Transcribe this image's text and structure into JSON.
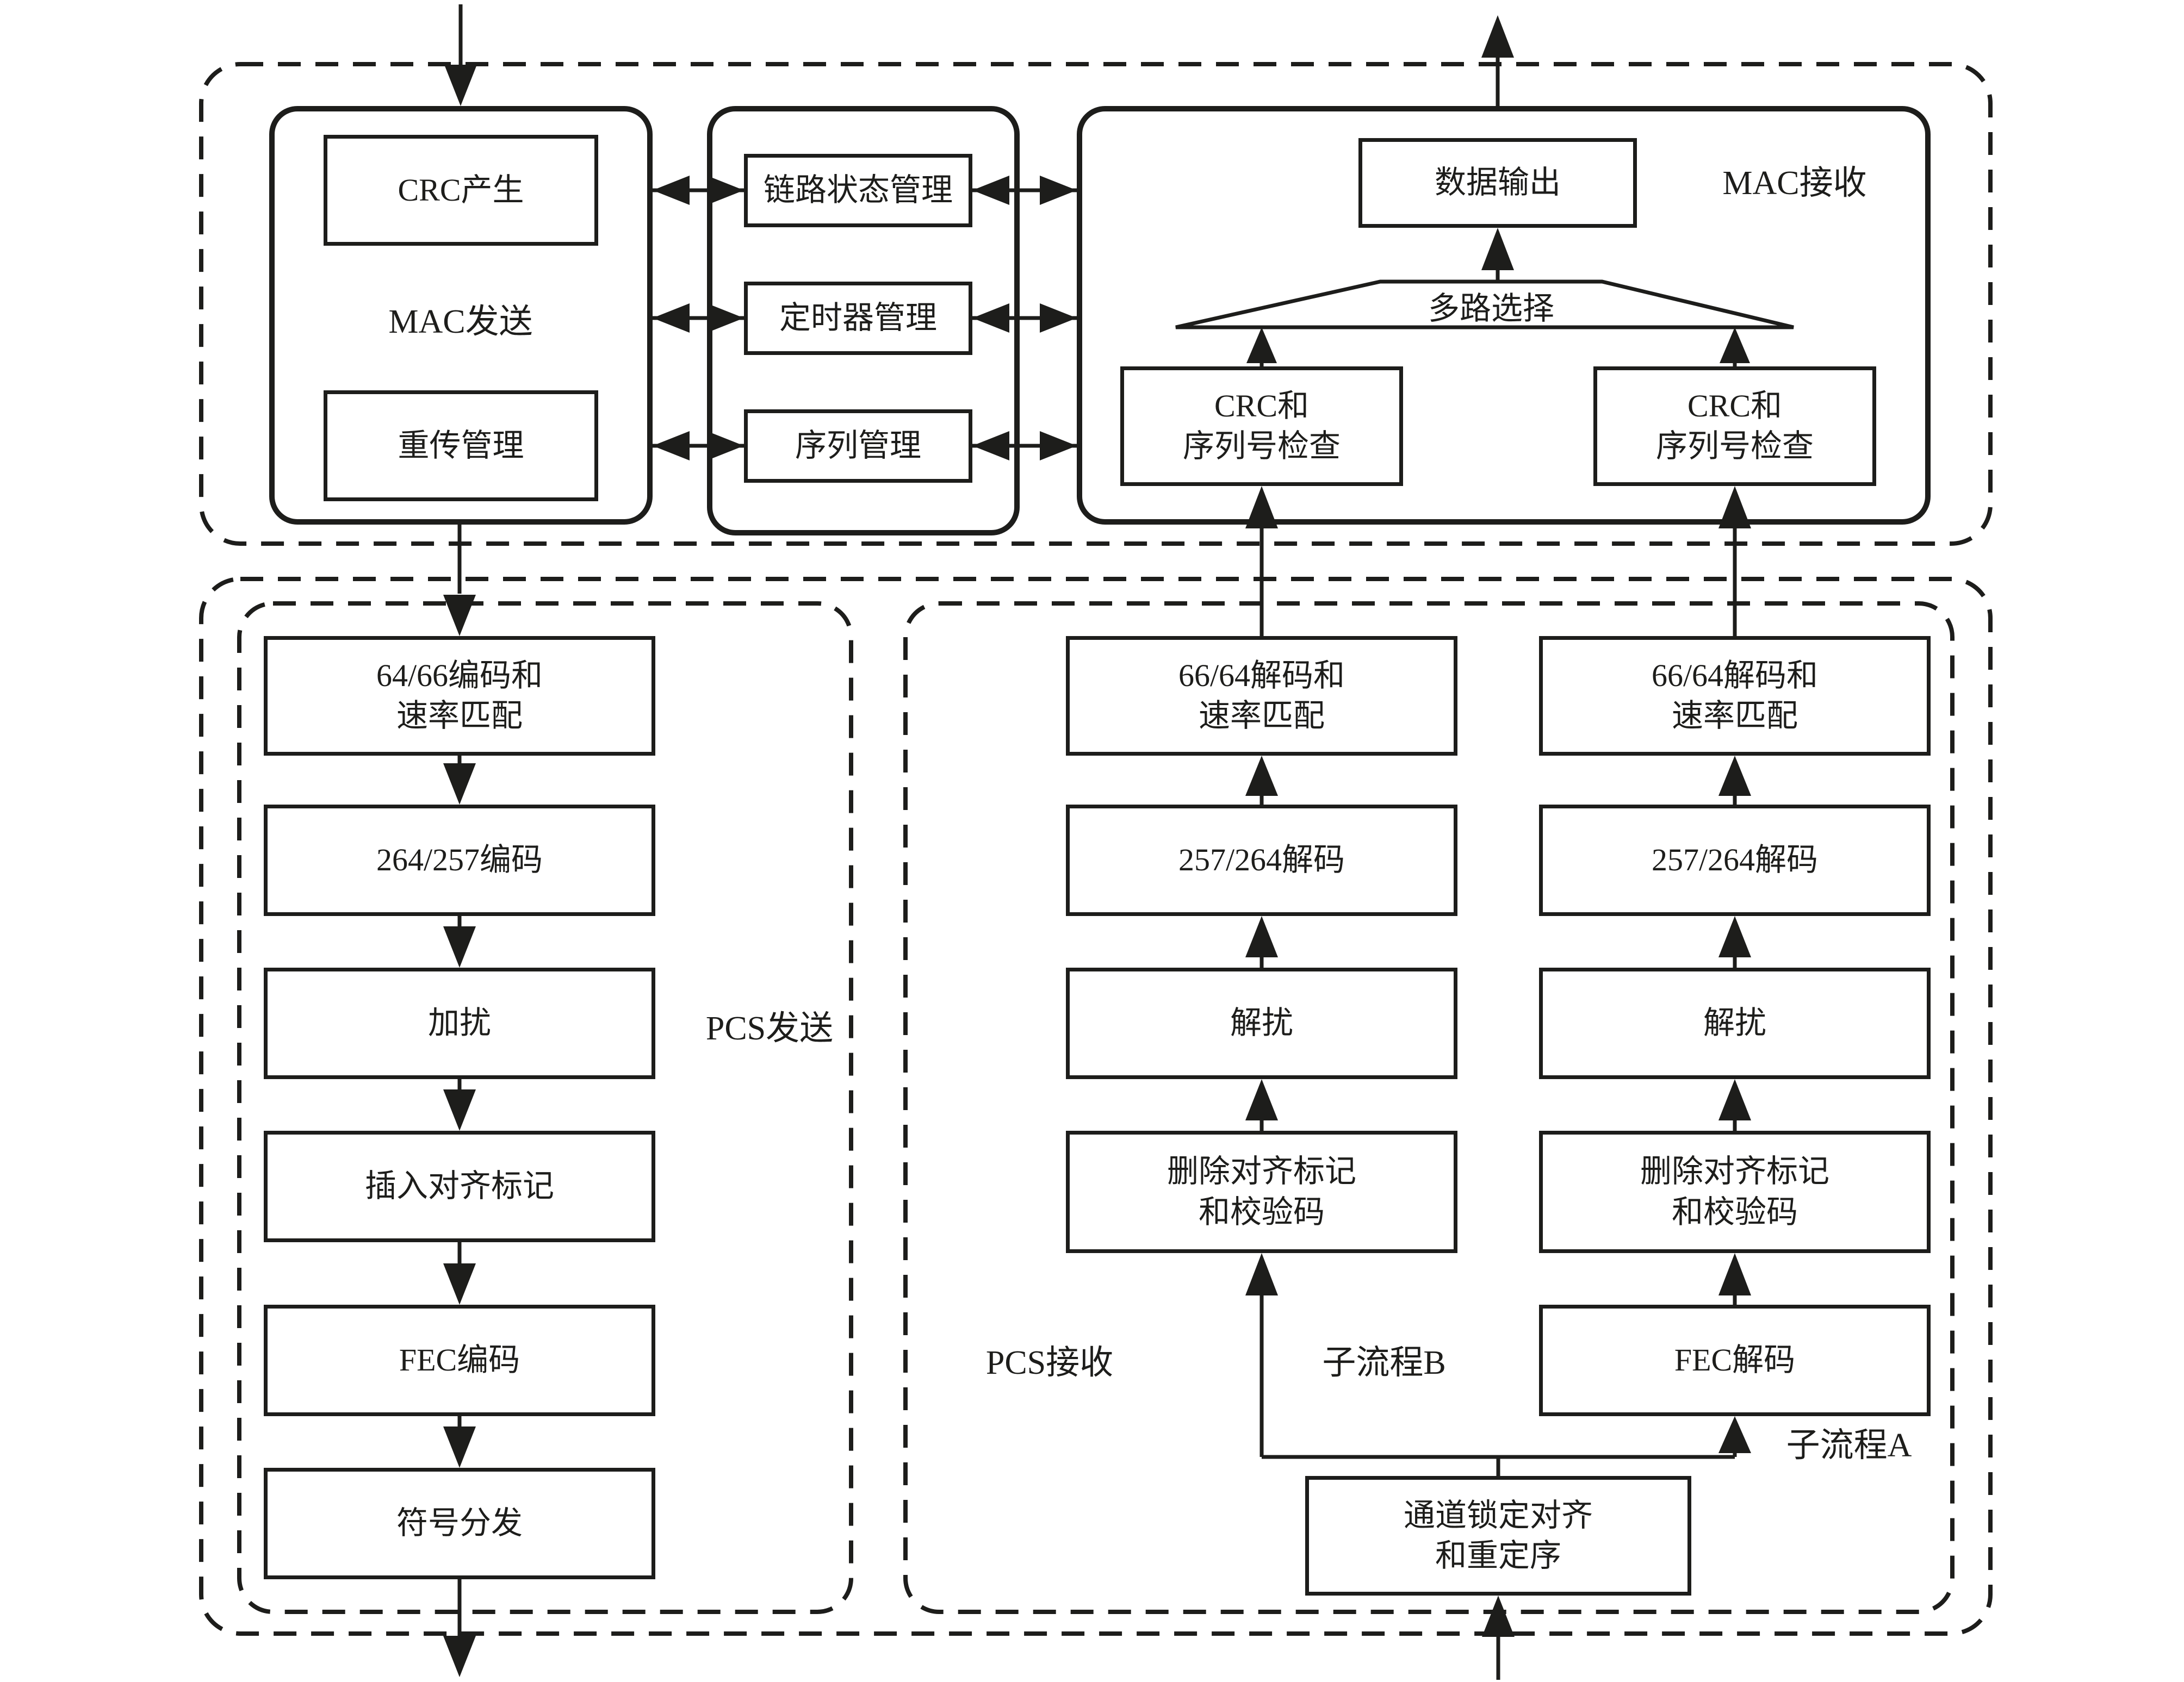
{
  "diagram": {
    "colors": {
      "line": "#1d1d1b",
      "background": "#ffffff"
    },
    "mac_layer": {
      "mac_tx": {
        "title": "MAC发送",
        "crc_generate": "CRC产生",
        "retransmit_manage": "重传管理"
      },
      "management": {
        "link_state": "链路状态管理",
        "timer": "定时器管理",
        "sequence": "序列管理"
      },
      "mac_rx": {
        "title": "MAC接收",
        "data_output": "数据输出",
        "mux": "多路选择",
        "crc_seq_check_left": "CRC和\n序列号检查",
        "crc_seq_check_right": "CRC和\n序列号检查"
      }
    },
    "pcs_layer": {
      "pcs_tx": {
        "title": "PCS发送",
        "steps": [
          "64/66编码和\n速率匹配",
          "264/257编码",
          "加扰",
          "插入对齐标记",
          "FEC编码",
          "符号分发"
        ]
      },
      "pcs_rx": {
        "title": "PCS接收",
        "subflow_b_label": "子流程B",
        "subflow_a_label": "子流程A",
        "column_b": [
          "66/64解码和\n速率匹配",
          "257/264解码",
          "解扰",
          "删除对齐标记\n和校验码"
        ],
        "column_a": [
          "66/64解码和\n速率匹配",
          "257/264解码",
          "解扰",
          "删除对齐标记\n和校验码",
          "FEC解码"
        ],
        "lane_align": "通道锁定对齐\n和重定序"
      }
    }
  }
}
